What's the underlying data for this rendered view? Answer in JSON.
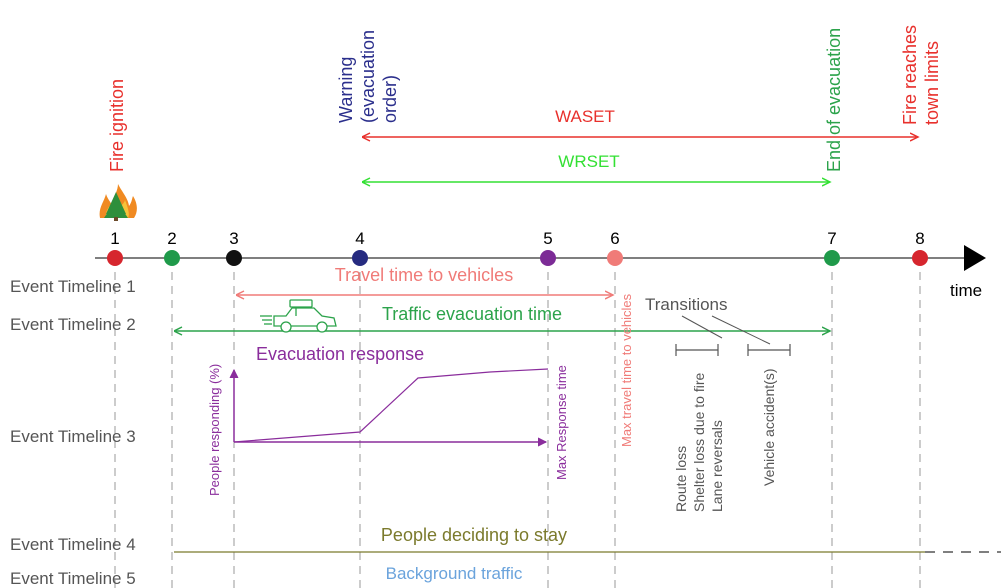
{
  "colors": {
    "red": "#e8302c",
    "navy": "#2b2f8c",
    "green": "#2ca34b",
    "bright_green": "#33e033",
    "salmon": "#f07b78",
    "purple": "#8a2d9c",
    "olive": "#7b7a2c",
    "gray": "#606060",
    "light_blue": "#6aa3dc",
    "black": "#000000"
  },
  "top_labels": {
    "fire_ignition": "Fire ignition",
    "warning_line1": "Warning",
    "warning_line2": "(evacuation",
    "warning_line3": "order)",
    "end_of_evacuation": "End of evacuation",
    "fire_reaches_line1": "Fire reaches",
    "fire_reaches_line2": "town limits"
  },
  "spans": {
    "waset": "WASET",
    "wrset": "WRSET"
  },
  "axis": {
    "label": "time",
    "points": [
      {
        "label": "1",
        "color": "#d6262e"
      },
      {
        "label": "2",
        "color": "#1f9a4a"
      },
      {
        "label": "3",
        "color": "#111111"
      },
      {
        "label": "4",
        "color": "#262b80"
      },
      {
        "label": "5",
        "color": "#7c2b96"
      },
      {
        "label": "6",
        "color": "#f07b78"
      },
      {
        "label": "7",
        "color": "#1f9a4a"
      },
      {
        "label": "8",
        "color": "#d6262e"
      }
    ]
  },
  "timelines": [
    "Event Timeline 1",
    "Event Timeline 2",
    "Event Timeline 3",
    "Event Timeline 4",
    "Event Timeline 5"
  ],
  "annotations": {
    "travel_time": "Travel time to vehicles",
    "traffic_evac": "Traffic evacuation time",
    "evac_response": "Evacuation response",
    "transitions": "Transitions",
    "max_travel_time": "Max travel time to vehicles",
    "max_response_time": "Max Response time",
    "people_responding": "People responding (%)",
    "route_loss": "Route loss",
    "shelter_loss": "Shelter loss due to fire",
    "lane_reversals": "Lane reversals",
    "vehicle_accidents": "Vehicle accident(s)",
    "deciding_to_stay": "People deciding to stay",
    "background_traffic": "Background traffic"
  },
  "icons": {
    "fire": "fire-tree-icon",
    "car": "car-icon"
  }
}
